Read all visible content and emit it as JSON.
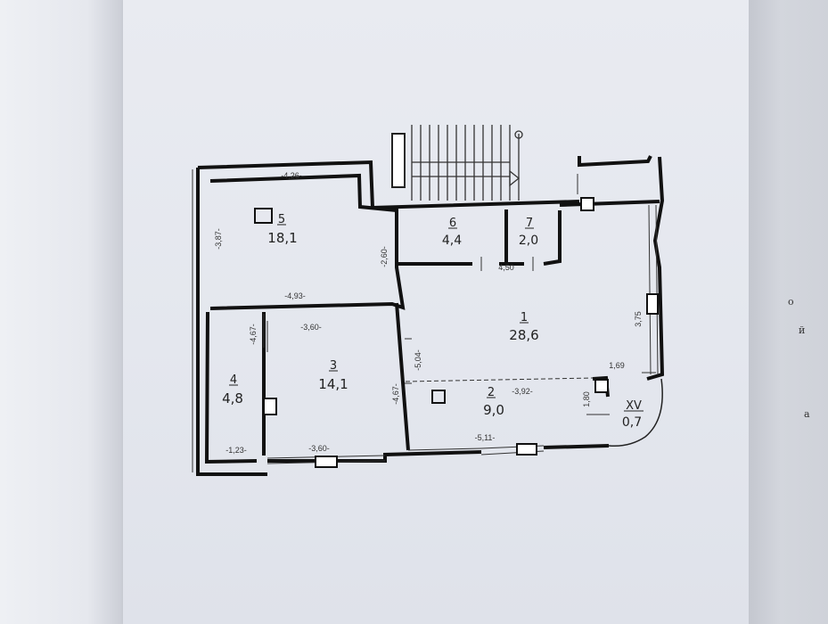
{
  "rooms": [
    {
      "id": "room-5",
      "number": "5",
      "area": "18,1"
    },
    {
      "id": "room-6",
      "number": "6",
      "area": "4,4"
    },
    {
      "id": "room-7",
      "number": "7",
      "area": "2,0"
    },
    {
      "id": "room-1",
      "number": "1",
      "area": "28,6"
    },
    {
      "id": "room-3",
      "number": "3",
      "area": "14,1"
    },
    {
      "id": "room-4",
      "number": "4",
      "area": "4,8"
    },
    {
      "id": "room-2",
      "number": "2",
      "area": "9,0"
    },
    {
      "id": "room-xv",
      "number": "XV",
      "area": "0,7"
    }
  ],
  "dimensions": {
    "d426": "-4,26-",
    "d387": "-3,87-",
    "d493": "-4,93-",
    "d260": "-2,60-",
    "d450": "4,50",
    "d360a": "-3,60-",
    "d467a": "-4,67-",
    "d467b": "-4,67-",
    "d504": "-5,04-",
    "d375": "3,75",
    "d169": "1,69",
    "d392": "-3,92-",
    "d180": "1,80",
    "d123": "-1,23-",
    "d360b": "-3,60-",
    "d511": "-5,11-"
  },
  "margin_chars": {
    "c1": "о",
    "c2": "й",
    "c3": "а"
  }
}
